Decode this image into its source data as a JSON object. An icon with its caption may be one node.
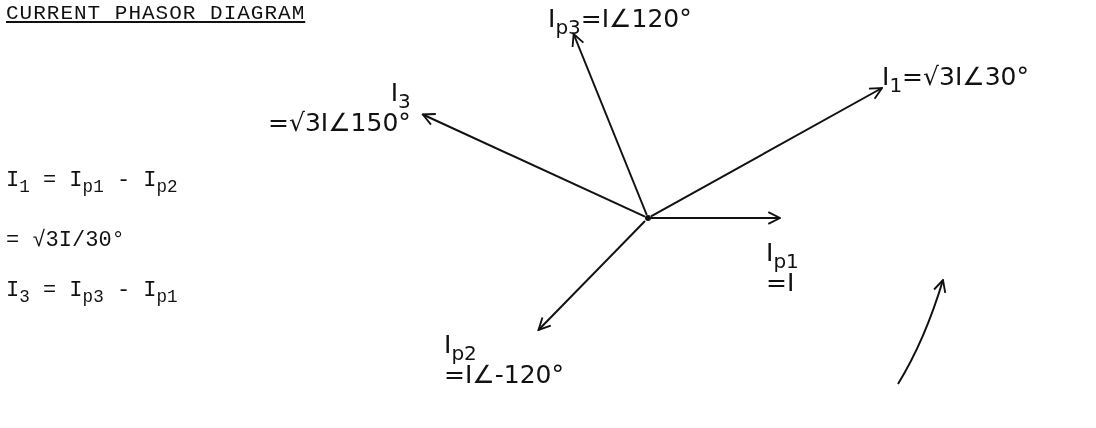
{
  "diagram": {
    "title": "CURRENT PHASOR DIAGRAM",
    "nodes": [
      {
        "text": [],
        "shape": "dot"
      },
      {
        "text": [
          "I$_{p3}$=I∠120°"
        ]
      },
      {
        "text": [
          "I$_{1}$=√3I∠30°"
        ]
      },
      {
        "text": [
          "I$_{3}$",
          "=√3I∠150°"
        ]
      },
      {
        "text": [
          "I$_{p1}$",
          "=I"
        ]
      },
      {
        "text": [
          "I$_{p2}$",
          "=I∠-120°"
        ]
      }
    ],
    "edges": [
      {
        "from": 0,
        "to": 1,
        "arrow": "to"
      },
      {
        "from": 0,
        "to": 2,
        "arrow": "to"
      },
      {
        "from": 0,
        "to": 3,
        "arrow": "to"
      },
      {
        "from": 0,
        "to": 4,
        "arrow": "to"
      },
      {
        "from": 0,
        "to": 5,
        "arrow": "to"
      }
    ],
    "labels": [
      "I$_{1}$ = I$_{p1}$ - I$_{p2}$",
      "= √3I/30°",
      "I$_{3}$ = I$_{p3}$ - I$_{p1}$"
    ]
  }
}
